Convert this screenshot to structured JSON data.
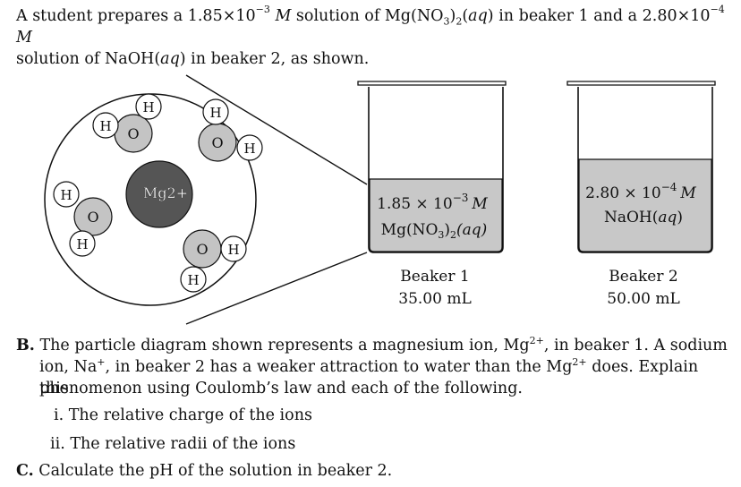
{
  "intro": {
    "p1": "A student prepares a ",
    "conc1_mant": "1.85×10",
    "conc1_exp": "−3",
    "unit_M": "M",
    "p2": " solution of ",
    "mg_formula_a": "Mg(NO",
    "mg_formula_sub": "3",
    "mg_formula_b": ")",
    "mg_formula_sub2": "2",
    "aq_open": "(",
    "aq": "aq",
    "aq_close": ")",
    "p3": " in beaker 1 and a ",
    "conc2_mant": "2.80×10",
    "conc2_exp": "−4",
    "p4": " solution of NaOH(",
    "p5": ") in beaker 2, as shown."
  },
  "particle_diagram": {
    "center_ion": "Mg2+",
    "oxygen_label": "O",
    "hydrogen_label": "H"
  },
  "beaker1": {
    "conc_mant": "1.85 × 10",
    "conc_exp": "−3",
    "unit": "M",
    "solute_a": "Mg(NO",
    "solute_sub": "3",
    "solute_b": ")",
    "solute_sub2": "2",
    "solute_aq": "(aq)",
    "name": "Beaker 1",
    "volume": "35.00 mL"
  },
  "beaker2": {
    "conc_mant": "2.80 × 10",
    "conc_exp": "−4",
    "unit": "M",
    "solute": "NaOH(",
    "solute_aq": "aq",
    "solute_close": ")",
    "name": "Beaker 2",
    "volume": "50.00 mL"
  },
  "questions": {
    "b_label": "B.",
    "b_line1_a": "The particle diagram shown represents a magnesium ion, Mg",
    "b_line1_sup": "2+",
    "b_line1_b": ", in beaker 1. A sodium",
    "b_line2_a": "ion, Na",
    "b_line2_sup": "+",
    "b_line2_b": ", in beaker 2 has a weaker attraction to water than the Mg",
    "b_line2_sup2": "2+",
    "b_line2_c": " does. Explain this",
    "b_line3": "phenomenon using Coulomb’s law and each of the following.",
    "b_i": "i. The relative charge of the ions",
    "b_ii": "ii. The relative radii of the ions",
    "c_label": "C.",
    "c_text": "Calculate the pH of the solution in beaker 2."
  },
  "colors": {
    "solution_fill": "#c8c8c8",
    "oxygen_fill": "#c4c4c4",
    "ion_fill": "#555555"
  }
}
